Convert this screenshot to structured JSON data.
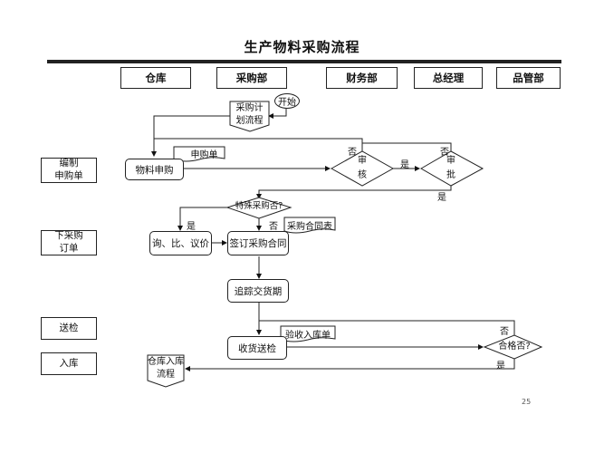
{
  "title": "生产物料采购流程",
  "departments": [
    "仓库",
    "采购部",
    "财务部",
    "总经理",
    "品管部"
  ],
  "lanes": [
    "编制\n申购单",
    "下采购\n订单",
    "送检",
    "入库"
  ],
  "nodes": {
    "start": "开始",
    "plan_process": "采购计\n划流程",
    "material_request": "物料申购",
    "request_form": "申购单",
    "review": "审\n核",
    "approve": "审\n批",
    "special_purchase": "特殊采购否?",
    "inquiry": "询、比、议价",
    "sign_contract": "签订采购合同",
    "contract_form": "采购合同表",
    "track_delivery": "追踪交货期",
    "receive_inspect": "收货送检",
    "receipt_form": "验收入库单",
    "qualified": "合格否?",
    "warehouse_process": "仓库入库\n流程"
  },
  "edge_labels": {
    "review_no": "否",
    "review_yes": "是",
    "approve_no": "否",
    "approve_yes": "是",
    "special_yes": "是",
    "special_no": "否",
    "qualified_no": "否",
    "qualified_yes": "是"
  },
  "page_number": "25"
}
